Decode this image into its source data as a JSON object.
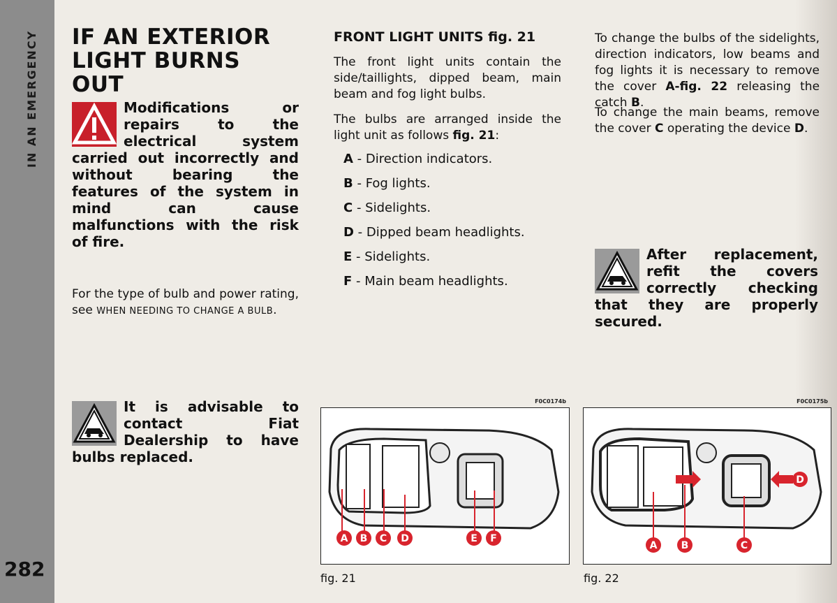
{
  "side_label": "IN AN EMERGENCY",
  "page_number": "282",
  "title_line1": "IF AN EXTERIOR",
  "title_line2": "LIGHT BURNS OUT",
  "warning_fire": "Modifications or repairs to the electrical system carried out incorrectly and without bearing the features of the system in mind can cause malfunctions with the risk of fire.",
  "bulb_type_note_prefix": "For the type of bulb and power rating, see",
  "bulb_type_note_ref": "WHEN NEEDING TO CHANGE A BULB",
  "warning_dealer": "It is advisable to contact Fiat Dealership to have bulbs replaced.",
  "section_title": "FRONT LIGHT UNITS fig. 21",
  "intro_text": "The front light units contain the side/taillights, dipped beam, main beam and fog light bulbs.",
  "arranged_prefix": "The bulbs are arranged inside the light unit as follows",
  "arranged_ref": "fig. 21",
  "bulbs": [
    {
      "letter": "A",
      "name": "Direction indicators."
    },
    {
      "letter": "B",
      "name": "Fog lights."
    },
    {
      "letter": "C",
      "name": "Sidelights."
    },
    {
      "letter": "D",
      "name": "Dipped beam headlights."
    },
    {
      "letter": "E",
      "name": "Sidelights."
    },
    {
      "letter": "F",
      "name": "Main beam headlights."
    }
  ],
  "col3_p1_a": "To change the bulbs of the sidelights, direction indicators, low beams and fog lights it is necessary to remove the cover",
  "col3_p1_ref": "A-fig. 22",
  "col3_p1_b": "releasing the catch",
  "col3_p1_c": "B",
  "col3_p2_a": "To change the main beams, remove the cover",
  "col3_p2_c": "C",
  "col3_p2_b": "operating the device",
  "col3_p2_d": "D",
  "warning_refit": "After replacement, refit the covers correctly checking that they are properly secured.",
  "fig21": {
    "code": "F0C0174b",
    "caption": "fig. 21",
    "markers": [
      "A",
      "B",
      "C",
      "D",
      "E",
      "F"
    ]
  },
  "fig22": {
    "code": "F0C0175b",
    "caption": "fig. 22",
    "markers": [
      "A",
      "B",
      "C",
      "D"
    ]
  },
  "colors": {
    "marker": "#d8242d",
    "warning_red": "#c8202a",
    "warning_grey": "#9a9a9a",
    "strip": "#8c8c8c"
  }
}
